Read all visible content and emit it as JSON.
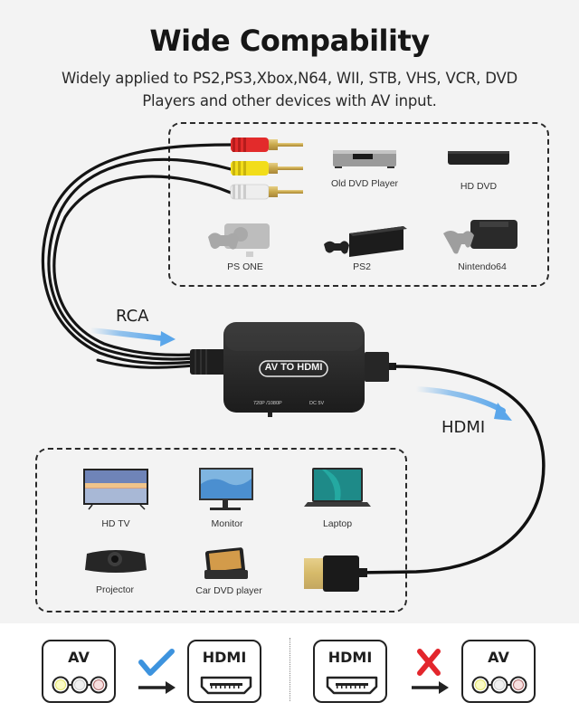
{
  "header": {
    "title": "Wide Compability",
    "subtitle_line1": "Widely applied to PS2,PS3,Xbox,N64, WII, STB, VHS, VCR, DVD",
    "subtitle_line2": "Players and other devices with AV input."
  },
  "input_devices": [
    {
      "label": "Old DVD Player",
      "icon": "dvd-player-icon"
    },
    {
      "label": "HD DVD",
      "icon": "hd-dvd-icon"
    },
    {
      "label": "PS ONE",
      "icon": "ps-one-console-icon"
    },
    {
      "label": "PS2",
      "icon": "ps2-console-icon"
    },
    {
      "label": "Nintendo64",
      "icon": "n64-console-icon"
    }
  ],
  "converter": {
    "label": "AV TO HDMI",
    "switch_label": "720P /1080P",
    "power_label": "DC 5V"
  },
  "flow": {
    "input_label": "RCA",
    "output_label": "HDMI",
    "arrow_color": "#6aaeea"
  },
  "output_devices": [
    {
      "label": "HD TV",
      "icon": "tv-icon"
    },
    {
      "label": "Monitor",
      "icon": "monitor-icon"
    },
    {
      "label": "Laptop",
      "icon": "laptop-icon"
    },
    {
      "label": "Projector",
      "icon": "projector-icon"
    },
    {
      "label": "Car DVD player",
      "icon": "car-dvd-player-icon"
    }
  ],
  "direction_legend": {
    "supported": {
      "from": "AV",
      "to": "HDMI",
      "status": "supported",
      "status_icon": "checkmark-icon",
      "status_color": "#3d93de"
    },
    "unsupported": {
      "from": "HDMI",
      "to": "AV",
      "status": "not supported",
      "status_icon": "cross-icon",
      "status_color": "#e3262c"
    }
  },
  "colors": {
    "rca_red": "#e32b2b",
    "rca_yellow": "#f2dd1a",
    "rca_white": "#eeeeee",
    "gold": "#c9a84a",
    "cable": "#141414"
  }
}
